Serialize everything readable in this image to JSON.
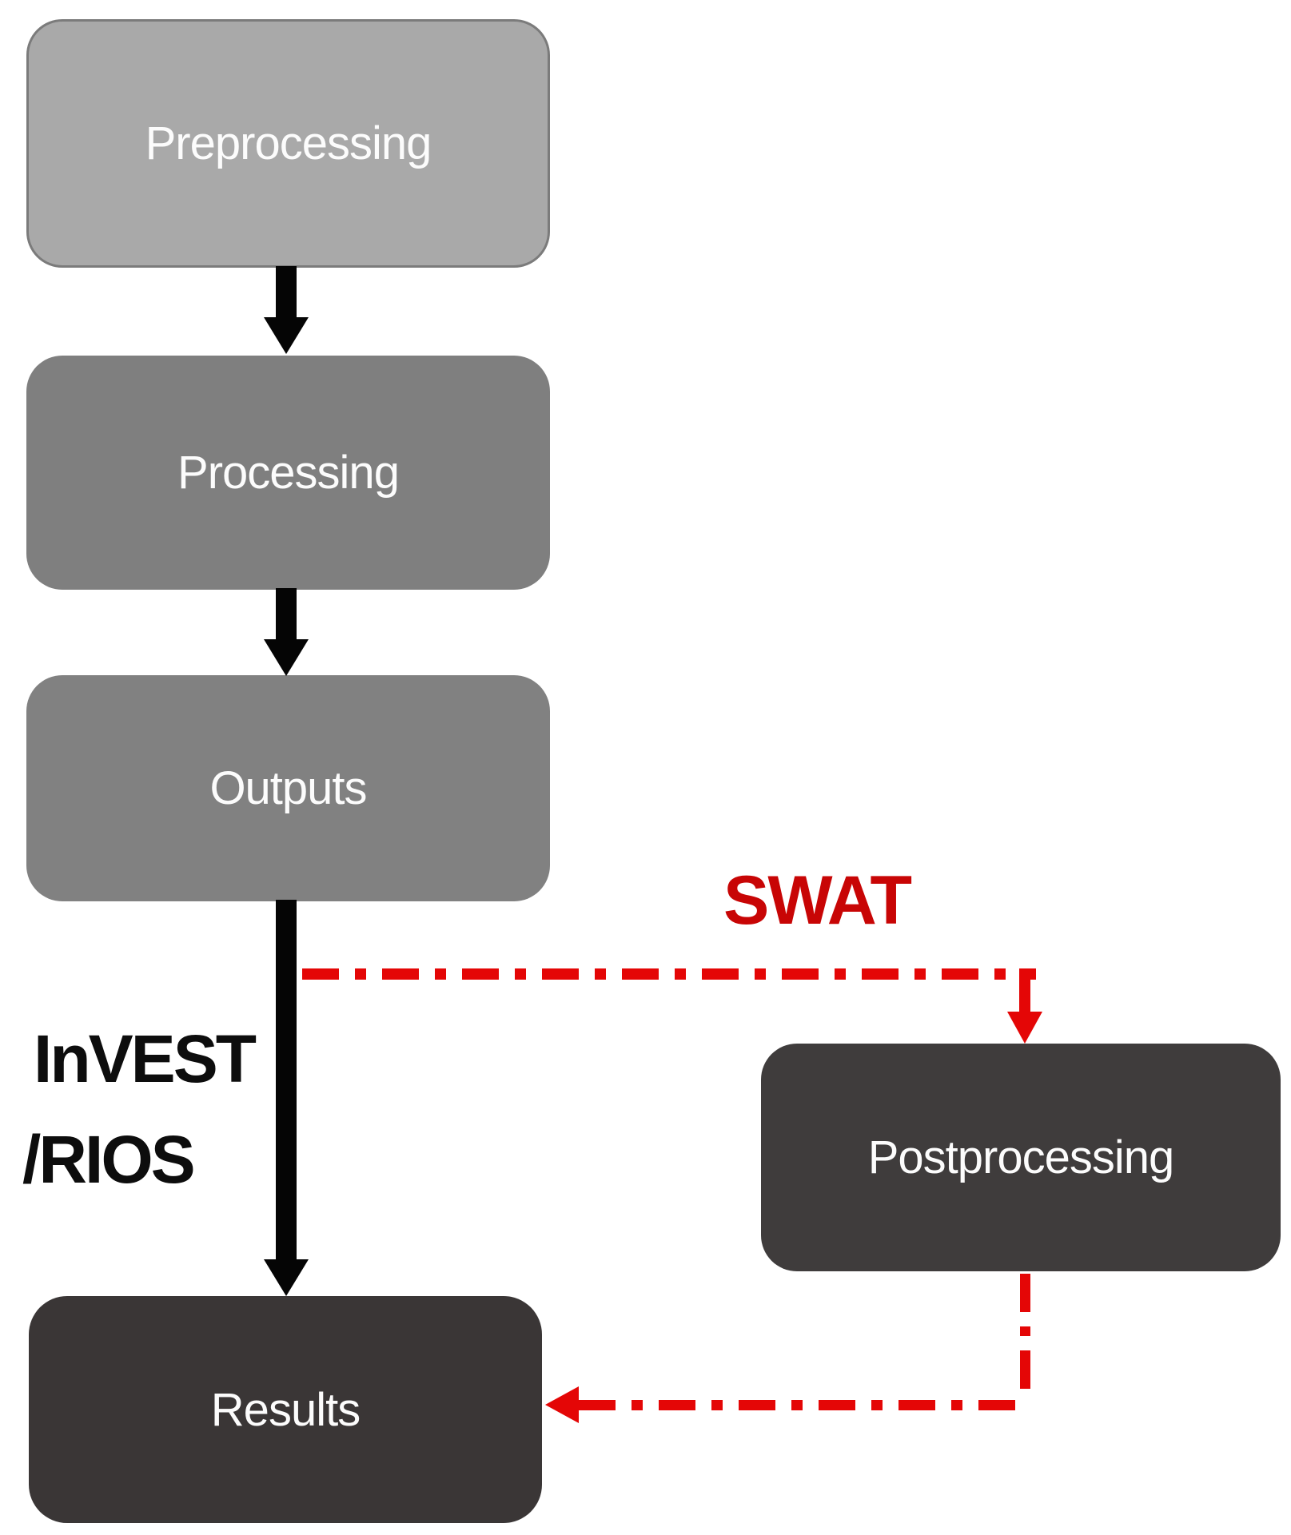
{
  "diagram": {
    "type": "flowchart",
    "background": "#ffffff",
    "nodes": {
      "preprocessing": {
        "label": "Preprocessing",
        "fill": "#a9a9a9",
        "border": "#7b7b7b",
        "text_color": "#fcfcfc"
      },
      "processing": {
        "label": "Processing",
        "fill": "#7f7f7f",
        "border": "none",
        "text_color": "#fcfcfc"
      },
      "outputs": {
        "label": "Outputs",
        "fill": "#818181",
        "border": "none",
        "text_color": "#fcfcfc"
      },
      "postprocessing": {
        "label": "Postprocessing",
        "fill": "#3f3c3c",
        "border": "none",
        "text_color": "#fcfcfc"
      },
      "results": {
        "label": "Results",
        "fill": "#3a3636",
        "border": "none",
        "text_color": "#fcfcfc"
      }
    },
    "edges": [
      {
        "from": "Preprocessing",
        "to": "Processing",
        "style": "solid",
        "color": "#050505",
        "label": ""
      },
      {
        "from": "Processing",
        "to": "Outputs",
        "style": "solid",
        "color": "#050505",
        "label": ""
      },
      {
        "from": "Outputs",
        "to": "Results",
        "style": "solid",
        "color": "#050505",
        "label": "InVEST /RIOS"
      },
      {
        "from": "Outputs",
        "to": "Postprocessing",
        "style": "dash-dot",
        "color": "#e40606",
        "label": "SWAT"
      },
      {
        "from": "Postprocessing",
        "to": "Results",
        "style": "dash-dot",
        "color": "#e40606",
        "label": ""
      }
    ],
    "edge_labels": {
      "swat": "SWAT",
      "invest_line1": "InVEST",
      "invest_line2": "/RIOS"
    },
    "colors": {
      "flow_arrow_black": "#050505",
      "dashdot_red": "#e40606",
      "swat_text_red": "#c80505",
      "invest_text_black": "#0d0d0d"
    }
  }
}
